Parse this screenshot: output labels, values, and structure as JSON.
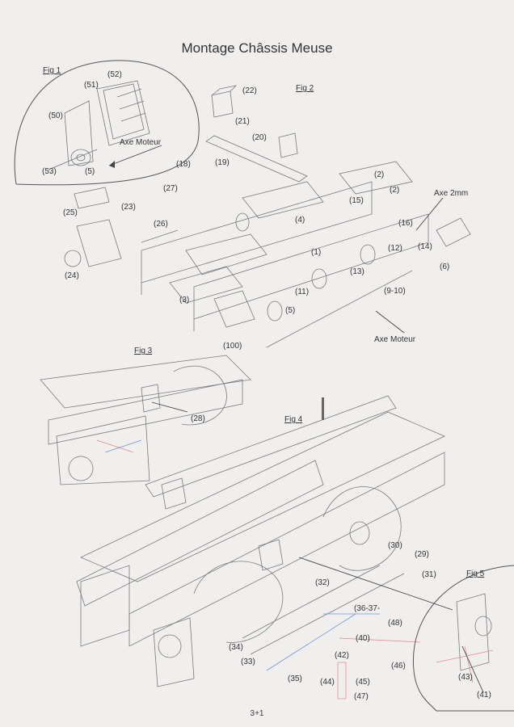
{
  "title": "Montage Châssis Meuse",
  "figures": {
    "fig1": "Fig 1",
    "fig2": "Fig 2",
    "fig3": "Fig 3",
    "fig4": "Fig 4",
    "fig5": "Fig 5"
  },
  "notes": {
    "axe_moteur_fig1": "Axe Moteur",
    "axe_2mm": "Axe 2mm",
    "axe_moteur_fig2": "Axe Moteur"
  },
  "labels": {
    "p52": "(52)",
    "p51": "(51)",
    "p50": "(50)",
    "p53": "(53)",
    "p5a": "(5)",
    "p22": "(22)",
    "p21": "(21)",
    "p20": "(20)",
    "p19": "(19)",
    "p18": "(18)",
    "p27": "(27)",
    "p25": "(25)",
    "p23": "(23)",
    "p26": "(26)",
    "p24": "(24)",
    "p2a": "(2)",
    "p2b": "(2)",
    "p15": "(15)",
    "p4": "(4)",
    "p16": "(16)",
    "p12": "(12)",
    "p14": "(14)",
    "p6": "(6)",
    "p1": "(1)",
    "p13": "(13)",
    "p11": "(11)",
    "p910": "(9-10)",
    "p3": "(3)",
    "p5b": "(5)",
    "p100": "(100)",
    "p28": "(28)",
    "p30": "(30)",
    "p29": "(29)",
    "p31": "(31)",
    "p32": "(32)",
    "p3637": "(36-37-",
    "p48": "(48)",
    "p40": "(40)",
    "p34": "(34)",
    "p33": "(33)",
    "p42": "(42)",
    "p46": "(46)",
    "p44": "(44)",
    "p45": "(45)",
    "p35": "(35)",
    "p47": "(47)",
    "p43": "(43)",
    "p41": "(41)"
  },
  "footer": "3+1",
  "colors": {
    "paper": "#f1efee",
    "line": "#6e6e6e",
    "pink": "#e58a94",
    "blue": "#6f95d8"
  }
}
